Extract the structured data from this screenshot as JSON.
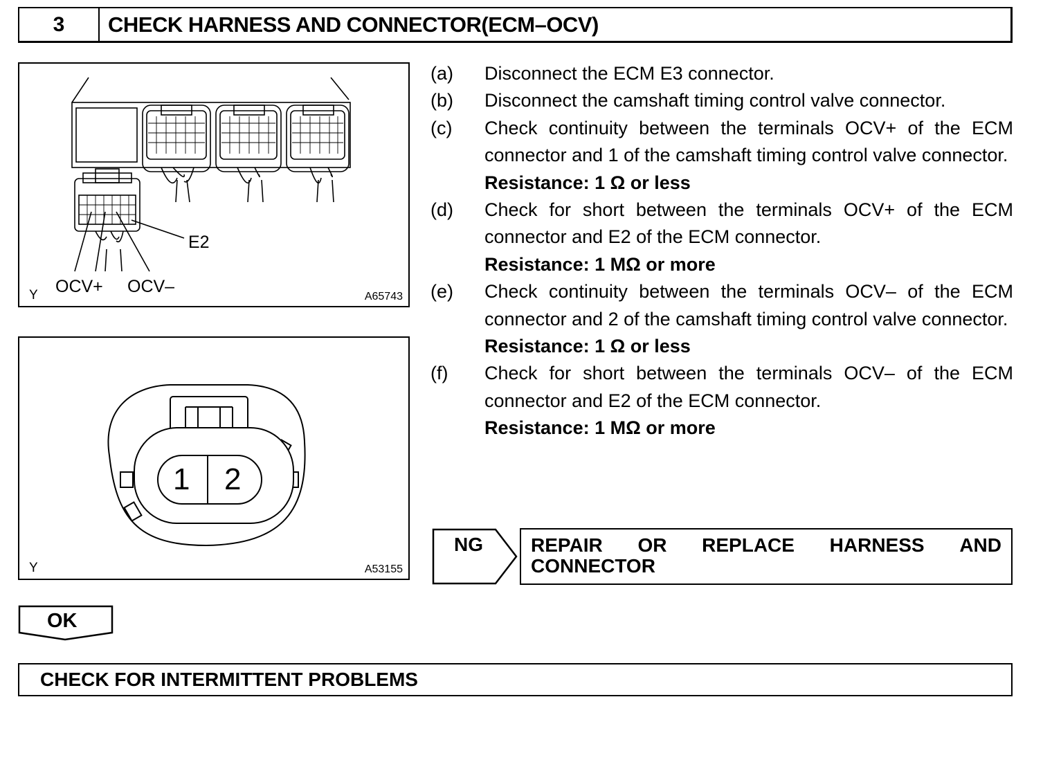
{
  "header": {
    "step_number": "3",
    "title": "CHECK HARNESS AND CONNECTOR(ECM–OCV)"
  },
  "figure1": {
    "labels": {
      "e2": "E2",
      "ocv_plus": "OCV+",
      "ocv_minus": "OCV–"
    },
    "corner_letter": "Y",
    "figure_id": "A65743"
  },
  "figure2": {
    "terminals": {
      "t1": "1",
      "t2": "2"
    },
    "corner_letter": "Y",
    "figure_id": "A53155"
  },
  "steps": [
    {
      "letter": "(a)",
      "text": "Disconnect the ECM E3 connector."
    },
    {
      "letter": "(b)",
      "text": "Disconnect the camshaft timing control valve connector."
    },
    {
      "letter": "(c)",
      "text": "Check continuity between the terminals OCV+ of the ECM connector and 1 of the camshaft timing control valve connector.",
      "spec": "Resistance: 1 Ω or less"
    },
    {
      "letter": "(d)",
      "text": "Check for short between the terminals OCV+ of the ECM connector and E2 of the ECM connector.",
      "spec": "Resistance: 1 MΩ or more"
    },
    {
      "letter": "(e)",
      "text": "Check continuity between the terminals OCV– of the ECM connector and 2 of the camshaft timing control valve connector.",
      "spec": "Resistance: 1 Ω or less"
    },
    {
      "letter": "(f)",
      "text": "Check for short between the terminals OCV– of the ECM connector and E2 of the ECM connector.",
      "spec": "Resistance: 1 MΩ or more"
    }
  ],
  "ng": {
    "label": "NG",
    "action_words": [
      "REPAIR",
      "OR",
      "REPLACE",
      "HARNESS",
      "AND"
    ],
    "action_line2": "CONNECTOR"
  },
  "ok": {
    "label": "OK"
  },
  "final_step": {
    "title": "CHECK FOR INTERMITTENT PROBLEMS"
  }
}
